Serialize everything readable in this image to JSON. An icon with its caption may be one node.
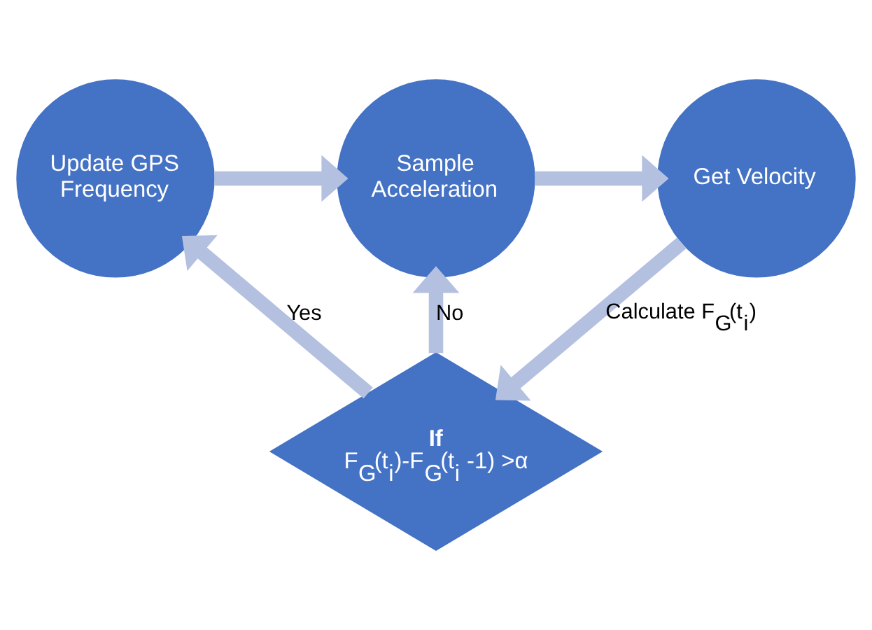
{
  "diagram": {
    "nodes": [
      {
        "text": [
          "Update GPS Frequency"
        ]
      },
      {
        "text": [
          "Sample Acceleration"
        ]
      },
      {
        "text": [
          "Get Velocity"
        ]
      },
      {
        "text": [
          "If",
          "F$_{G}$(t$_{i}$)-F$_{G}$(t$_{i}$ -1) >α"
        ]
      }
    ],
    "edges": [
      {
        "from": 0,
        "to": 1,
        "arrow": "to"
      },
      {
        "from": 1,
        "to": 2,
        "arrow": "to"
      },
      {
        "from": 2,
        "to": 3,
        "arrow": "to",
        "label": "Calculate F$_{G}$(t$_{i}$)"
      },
      {
        "from": 3,
        "to": 1,
        "arrow": "to",
        "label": "No"
      },
      {
        "from": 3,
        "to": 0,
        "arrow": "to",
        "label": "Yes"
      }
    ]
  }
}
